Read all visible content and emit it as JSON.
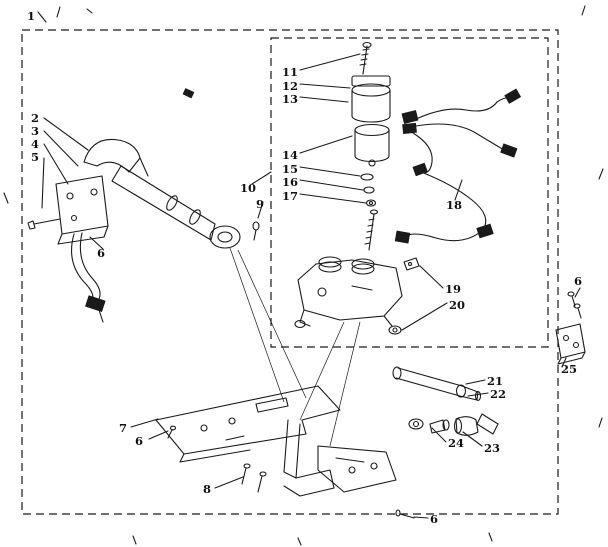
{
  "figure": {
    "kind": "exploded parts line diagram",
    "background_color": "#ffffff",
    "line_color": "#1a1a1a"
  },
  "callouts": [
    {
      "label": "1"
    },
    {
      "label": "2"
    },
    {
      "label": "3"
    },
    {
      "label": "4"
    },
    {
      "label": "5"
    },
    {
      "label": "6"
    },
    {
      "label": "10"
    },
    {
      "label": "9"
    },
    {
      "label": "11"
    },
    {
      "label": "12"
    },
    {
      "label": "13"
    },
    {
      "label": "14"
    },
    {
      "label": "15"
    },
    {
      "label": "16"
    },
    {
      "label": "17"
    },
    {
      "label": "18"
    },
    {
      "label": "19"
    },
    {
      "label": "20"
    },
    {
      "label": "21"
    },
    {
      "label": "22"
    },
    {
      "label": "23"
    },
    {
      "label": "24"
    },
    {
      "label": "25"
    },
    {
      "label": "6"
    },
    {
      "label": "7"
    },
    {
      "label": "6"
    },
    {
      "label": "8"
    },
    {
      "label": "6"
    }
  ]
}
